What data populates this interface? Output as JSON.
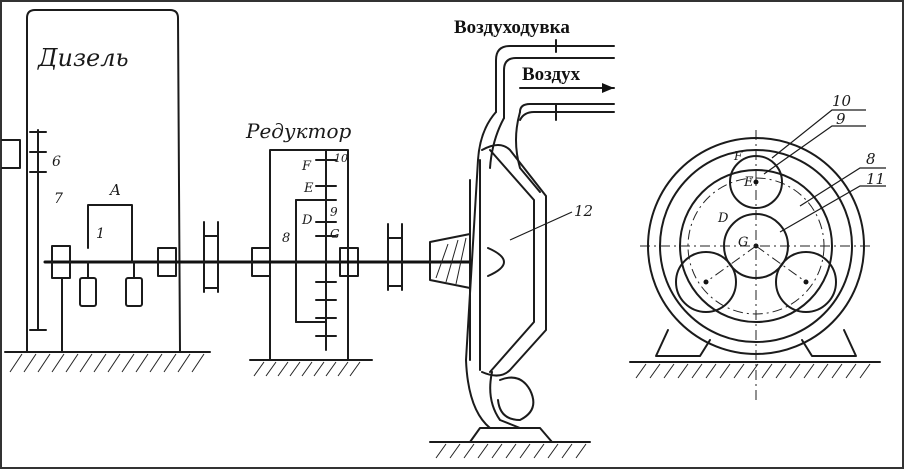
{
  "labels": {
    "diesel": "Дизель",
    "reducer": "Редуктор",
    "blower": "Воздуходувка",
    "air": "Воздух",
    "A": "A",
    "F": "F",
    "E": "E",
    "D": "D",
    "G": "G",
    "n1": "1",
    "n6": "6",
    "n7": "7",
    "n8": "8",
    "n9": "9",
    "n10": "10",
    "n11": "11",
    "n12": "12",
    "rE": "E",
    "rD": "D",
    "rG": "G",
    "rF": "F",
    "r8": "8",
    "r9": "9",
    "r10": "10",
    "r11": "11"
  }
}
